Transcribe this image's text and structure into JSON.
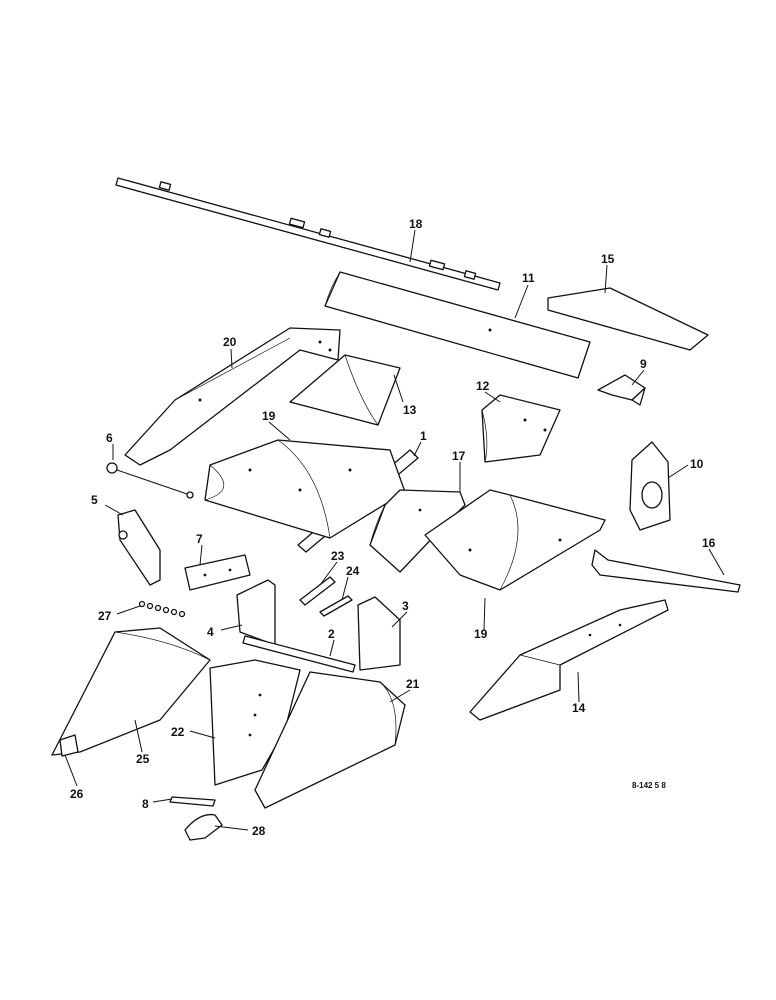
{
  "diagram": {
    "reference_code": "8-142 5 8",
    "callouts": {
      "c1": "1",
      "c2": "2",
      "c3": "3",
      "c4": "4",
      "c5": "5",
      "c6": "6",
      "c7": "7",
      "c8": "8",
      "c9": "9",
      "c10": "10",
      "c11": "11",
      "c12": "12",
      "c13": "13",
      "c14": "14",
      "c15": "15",
      "c16": "16",
      "c17": "17",
      "c18": "18",
      "c19a": "19",
      "c19b": "19",
      "c20": "20",
      "c21": "21",
      "c22": "22",
      "c23": "23",
      "c24": "24",
      "c25": "25",
      "c26": "26",
      "c27": "27",
      "c28": "28"
    },
    "colors": {
      "ink": "#111111",
      "paper": "#ffffff"
    }
  }
}
